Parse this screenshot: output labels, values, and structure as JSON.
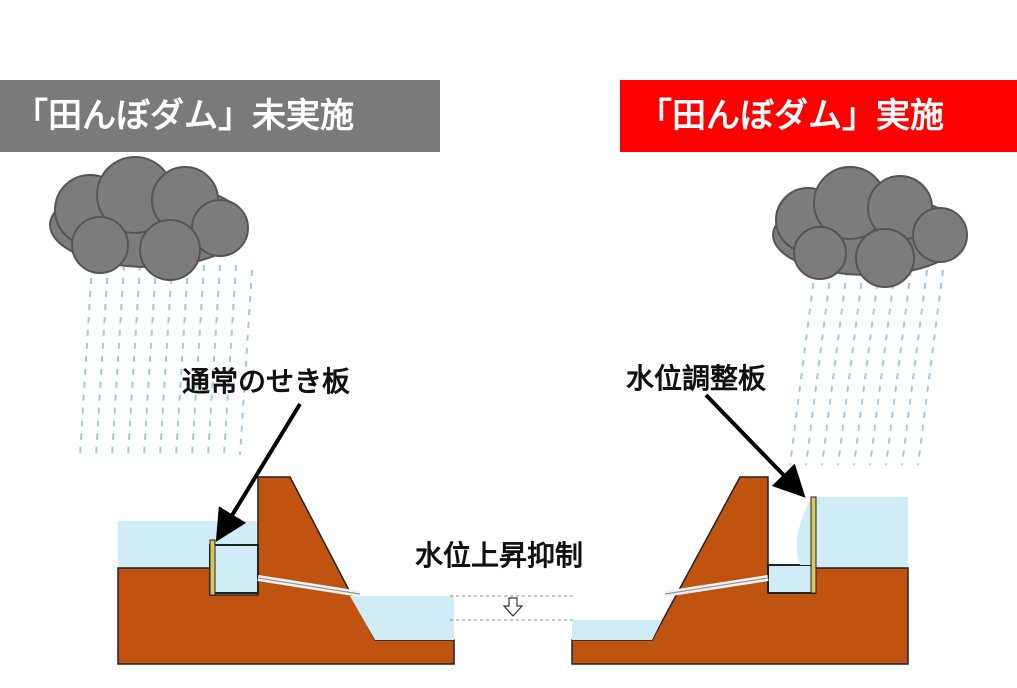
{
  "banners": {
    "left": "「田んぼダム」未実施",
    "right": "「田んぼダム」実施"
  },
  "labels": {
    "left_board": "通常のせき板",
    "right_board": "水位調整板",
    "center": "水位上昇抑制"
  },
  "colors": {
    "left_banner": "#7a7a7a",
    "right_banner": "#ff0000",
    "soil": "#c0530f",
    "water": "#d0ecf6",
    "cloud": "#7c7c7c",
    "rain": "#9ccbe8",
    "board": "#d8c85a"
  },
  "icons": [
    "cloud-icon",
    "rain-icon",
    "arrow-icon",
    "down-arrow-icon"
  ]
}
